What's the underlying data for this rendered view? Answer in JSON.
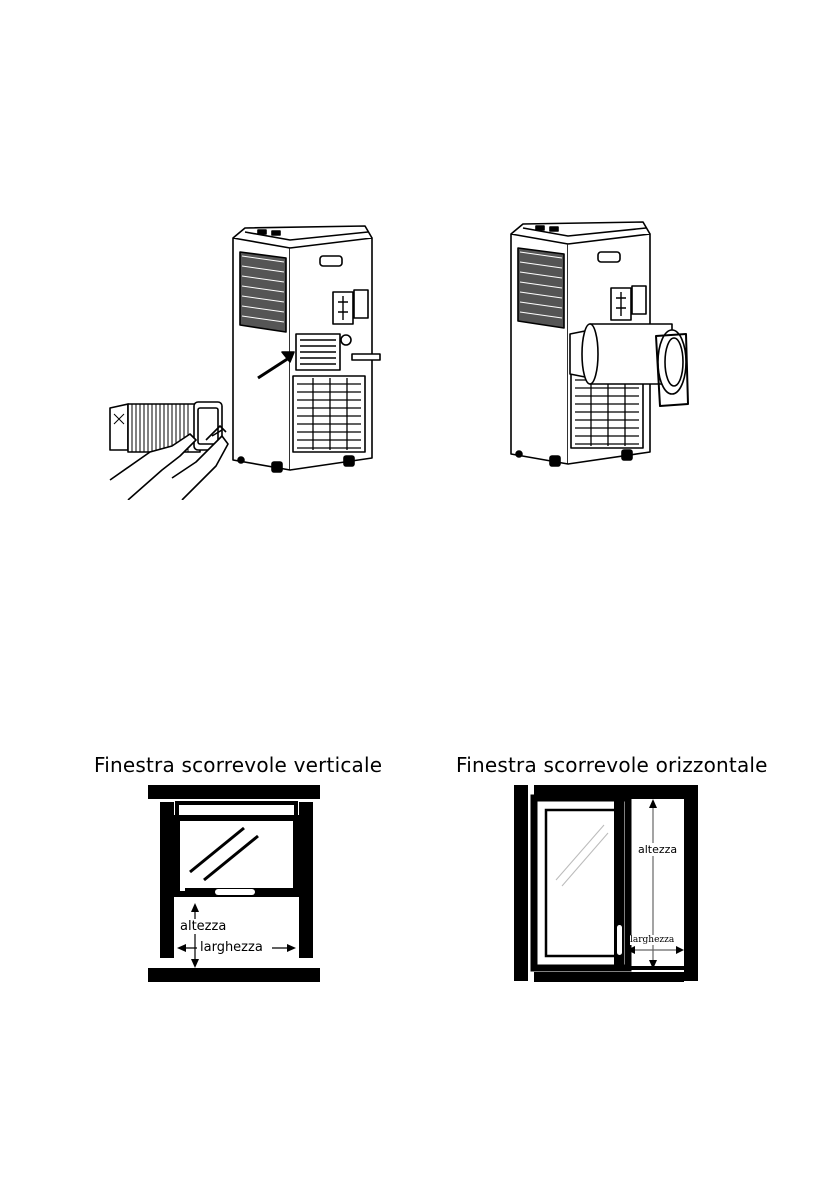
{
  "illustrations": {
    "left": {
      "icon": "hose-attach-illustration"
    },
    "right": {
      "icon": "hose-installed-illustration"
    }
  },
  "windows": {
    "vertical": {
      "caption": "Finestra scorrevole verticale",
      "height_label": "altezza",
      "width_label": "larghezza"
    },
    "horizontal": {
      "caption": "Finestra scorrevole orizzontale",
      "height_label": "altezza",
      "width_label": "larghezza"
    }
  }
}
